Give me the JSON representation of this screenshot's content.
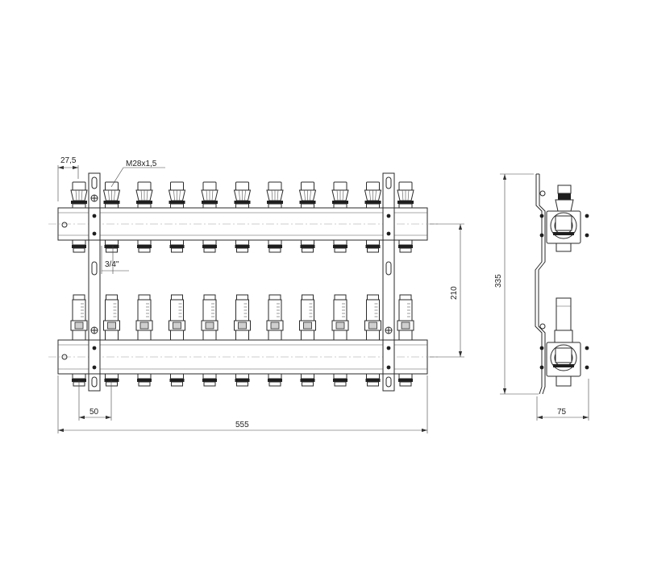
{
  "dimensions": {
    "offset_label": "27,5",
    "thread_label": "M28x1,5",
    "pipe_label": "3/4\"",
    "pitch_label": "50",
    "length_label": "555",
    "spacing_label": "210",
    "height_label": "335",
    "depth_label": "75"
  },
  "manifold": {
    "outlet_count": 11
  }
}
